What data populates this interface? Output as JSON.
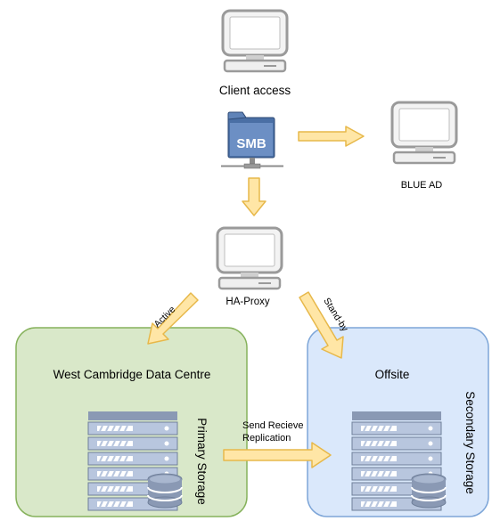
{
  "nodes": {
    "client": {
      "label": "Client access"
    },
    "smb": {
      "badge": "SMB"
    },
    "blue_ad": {
      "label": "BLUE AD"
    },
    "haproxy": {
      "label": "HA-Proxy"
    }
  },
  "zones": {
    "west": {
      "title": "West Cambridge Data Centre",
      "storage_label": "Primary Storage"
    },
    "offsite": {
      "title": "Offsite",
      "storage_label": "Secondary Storage"
    }
  },
  "edges": {
    "active": "Active",
    "standby": "Stand-by",
    "replication_line1": "Send Recieve",
    "replication_line2": "Replication"
  },
  "colors": {
    "arrow_fill": "#ffe6a6",
    "arrow_stroke": "#e7b84a",
    "west_fill": "#d9e8c9",
    "west_stroke": "#86b25c",
    "offsite_fill": "#dae8fb",
    "offsite_stroke": "#7ea6d8",
    "server_fill": "#b8c6de",
    "server_stroke": "#6f7f99"
  },
  "icons": [
    "computer-icon",
    "smb-folder-icon",
    "server-rack-icon",
    "database-icon"
  ]
}
